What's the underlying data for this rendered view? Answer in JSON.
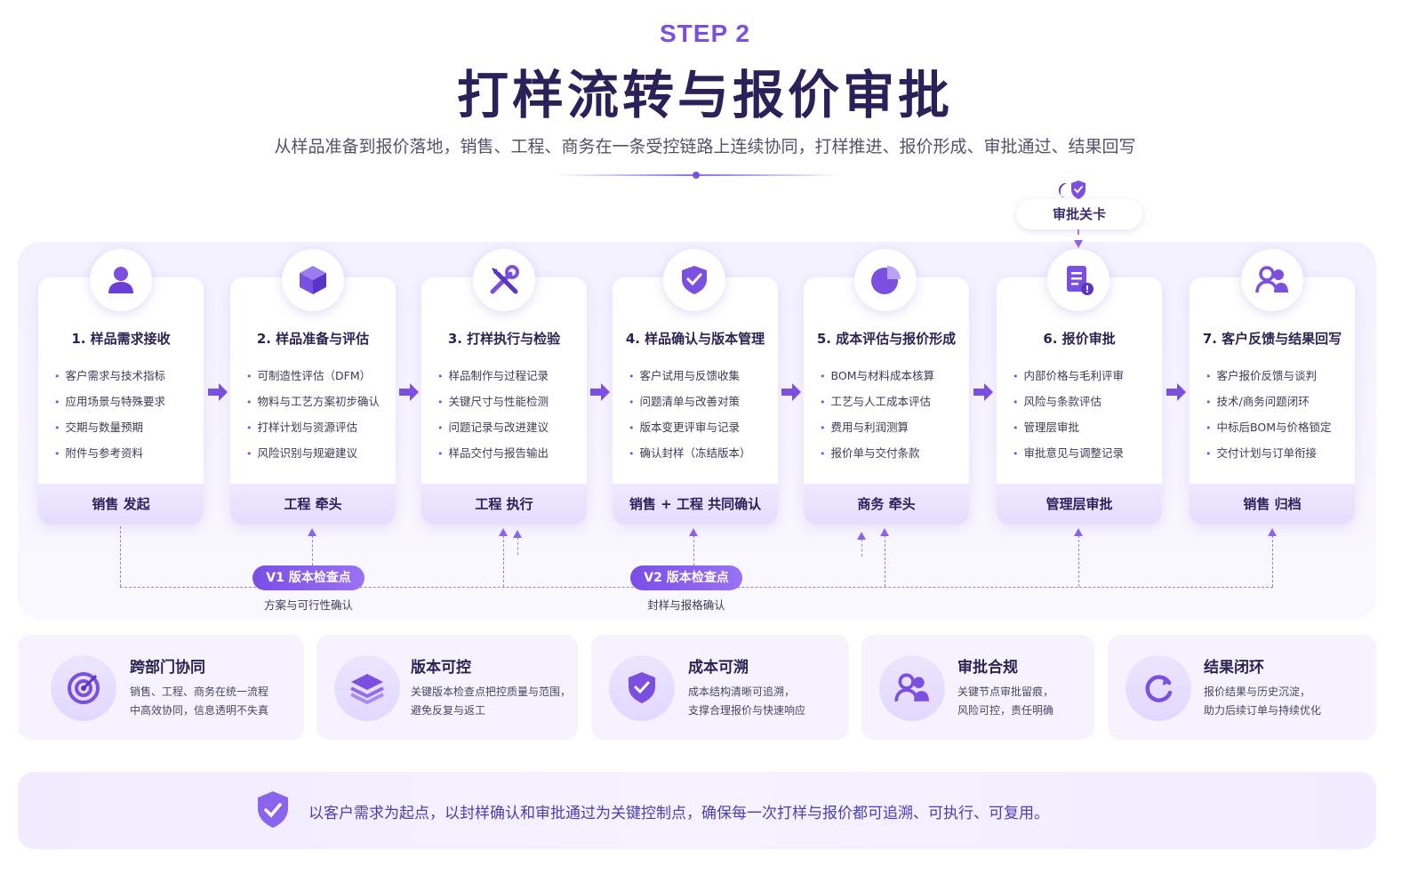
{
  "header": {
    "step": "STEP 2",
    "title": "打样流转与报价审批",
    "subtitle": "从样品准备到报价落地，销售、工程、商务在一条受控链路上连续协同，打样推进、报价形成、审批通过、结果回写"
  },
  "approval_gate": {
    "label": "审批关卡",
    "icon": "shield-check-icon"
  },
  "steps": [
    {
      "title": "1. 样品需求接收",
      "icon": "user-icon",
      "items": [
        "客户需求与技术指标",
        "应用场景与特殊要求",
        "交期与数量预期",
        "附件与参考资料"
      ],
      "owner": "销售  发起"
    },
    {
      "title": "2. 样品准备与评估",
      "icon": "cube-icon",
      "items": [
        "可制造性评估（DFM）",
        "物料与工艺方案初步确认",
        "打样计划与资源评估",
        "风险识别与规避建议"
      ],
      "owner": "工程  牵头"
    },
    {
      "title": "3. 打样执行与检验",
      "icon": "tools-icon",
      "items": [
        "样品制作与过程记录",
        "关键尺寸与性能检测",
        "问题记录与改进建议",
        "样品交付与报告输出"
      ],
      "owner": "工程  执行"
    },
    {
      "title": "4. 样品确认与版本管理",
      "icon": "shield-check-icon",
      "items": [
        "客户试用与反馈收集",
        "问题清单与改善对策",
        "版本变更评审与记录",
        "确认封样（冻结版本）"
      ],
      "owner": "销售 + 工程  共同确认"
    },
    {
      "title": "5. 成本评估与报价形成",
      "icon": "pie-chart-icon",
      "items": [
        "BOM与材料成本核算",
        "工艺与人工成本评估",
        "费用与利润测算",
        "报价单与交付条款"
      ],
      "owner": "商务  牵头"
    },
    {
      "title": "6. 报价审批",
      "icon": "document-alert-icon",
      "items": [
        "内部价格与毛利评审",
        "风险与条款评估",
        "管理层审批",
        "审批意见与调整记录"
      ],
      "owner": "管理层审批"
    },
    {
      "title": "7. 客户反馈与结果回写",
      "icon": "users-icon",
      "items": [
        "客户报价反馈与谈判",
        "技术/商务问题闭环",
        "中标后BOM与价格锁定",
        "交付计划与订单衔接"
      ],
      "owner": "销售  归档"
    }
  ],
  "checkpoints": [
    {
      "label": "V1 版本检查点",
      "sub": "方案与可行性确认"
    },
    {
      "label": "V2 版本检查点",
      "sub": "封样与报格确认"
    }
  ],
  "features": [
    {
      "title": "跨部门协同",
      "icon": "target-icon",
      "desc": [
        "销售、工程、商务在统一流程",
        "中高效协同，信息透明不失真"
      ]
    },
    {
      "title": "版本可控",
      "icon": "layers-icon",
      "desc": [
        "关键版本检查点把控质量与范围，",
        "避免反复与返工"
      ]
    },
    {
      "title": "成本可溯",
      "icon": "shield-check-icon",
      "desc": [
        "成本结构清晰可追溯，",
        "支撑合理报价与快速响应"
      ]
    },
    {
      "title": "审批合规",
      "icon": "users-icon",
      "desc": [
        "关键节点审批留痕，",
        "风险可控，责任明确"
      ]
    },
    {
      "title": "结果闭环",
      "icon": "refresh-icon",
      "desc": [
        "报价结果与历史沉淀，",
        "助力后续订单与持续优化"
      ]
    }
  ],
  "footer": {
    "text": "以客户需求为起点，以封样确认和审批通过为关键控制点，确保每一次打样与报价都可追溯、可执行、可复用。",
    "icon": "shield-check-icon"
  },
  "colors": {
    "accent": "#7b4fe0",
    "title": "#2a2158",
    "band": "#f4f1ff",
    "owner_bg": "#e9e1ff"
  }
}
